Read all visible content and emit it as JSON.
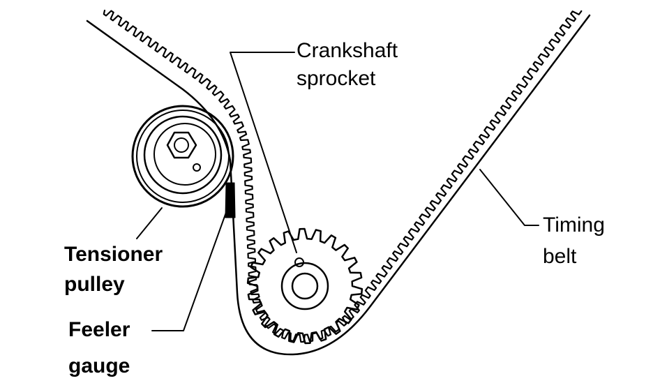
{
  "labels": {
    "crankshaft_line1": "Crankshaft",
    "crankshaft_line2": "sprocket",
    "timing_line1": "Timing",
    "timing_line2": "belt",
    "tensioner_line1": "Tensioner",
    "tensioner_line2": "pulley",
    "feeler_line1": "Feeler",
    "feeler_line2": "gauge"
  },
  "colors": {
    "ink": "#000000",
    "paper": "#ffffff"
  },
  "sprocket": {
    "teeth": 22
  }
}
